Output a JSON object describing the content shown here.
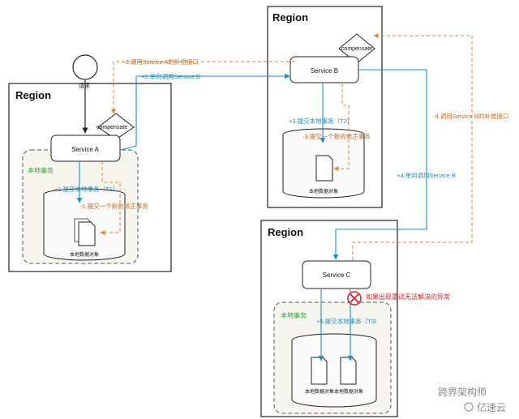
{
  "colors": {
    "call": "#1e8fc4",
    "compensate": "#e8822c",
    "text_blue": "#1e8fc4",
    "text_orange": "#c66a1e",
    "local_tx": "#2aa52a",
    "error": "#d9232f",
    "box_border": "#222222"
  },
  "regions": [
    {
      "id": "region-a",
      "label": "Region"
    },
    {
      "id": "region-b",
      "label": "Region"
    },
    {
      "id": "region-c",
      "label": "Region"
    }
  ],
  "request": {
    "label": "请求"
  },
  "services": {
    "a": {
      "label": "Service A",
      "compensate": "compensate"
    },
    "b": {
      "label": "Service B",
      "compensate": "compensate"
    },
    "c": {
      "label": "Service C"
    }
  },
  "local_tx_label": "本地事务",
  "storage": {
    "a": {
      "doc_label": "本地数据对象"
    },
    "b": {
      "doc_label": "本地数据对象"
    },
    "c": {
      "doc_label": "本地数据对象本地数据对象"
    }
  },
  "edges": {
    "a_commit": "+1.提交本地事务（T1）",
    "a_compensate": "-1.提交一个新的修正事务",
    "a_to_b": "+2.单向调用Service B",
    "b_compensate_call": "-2.调用Service A的补偿接口",
    "b_commit": "+3.提交本地事务（T2）",
    "b_compensate": "-3.提交一个新的修正事务",
    "b_to_c": "+4.单向调用Service B",
    "c_compensate_call": "-4.调用Service B的补偿接口",
    "c_commit": "+5.提交本地事务（T3）",
    "c_error": "如果出现重试无法解决的异常"
  },
  "watermarks": {
    "left": "跨界架构师",
    "right": "亿速云"
  }
}
